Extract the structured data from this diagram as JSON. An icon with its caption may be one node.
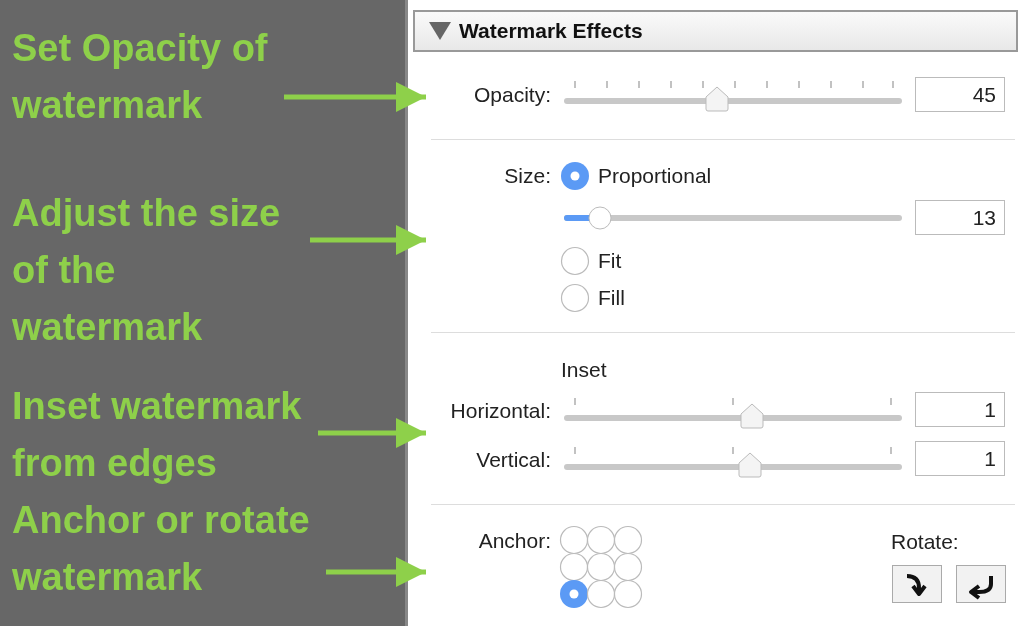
{
  "diagram": {
    "nodes": [
      {
        "text": [
          "Set Opacity of watermark"
        ]
      },
      {
        "text": [
          "Adjust the size of the watermark"
        ]
      },
      {
        "text": [
          "Inset watermark from edges"
        ]
      },
      {
        "text": [
          "Anchor or rotate watermark"
        ]
      },
      {
        "text": [
          "Watermark Effects"
        ]
      },
      {
        "text": [
          "Opacity:",
          "45"
        ],
        "in": 4
      },
      {
        "text": [
          "Size:",
          "Proportional",
          "13",
          "Fit",
          "Fill"
        ],
        "in": 4
      },
      {
        "text": [
          "Inset",
          "Horizontal:",
          "1",
          "Vertical:",
          "1"
        ],
        "in": 4
      },
      {
        "text": [
          "Anchor:",
          "Rotate:"
        ],
        "in": 4
      }
    ],
    "edges": [
      {
        "from": 0,
        "to": 5,
        "arrow": "to"
      },
      {
        "from": 1,
        "to": 6,
        "arrow": "to"
      },
      {
        "from": 2,
        "to": 7,
        "arrow": "to"
      },
      {
        "from": 3,
        "to": 8,
        "arrow": "to"
      }
    ]
  }
}
